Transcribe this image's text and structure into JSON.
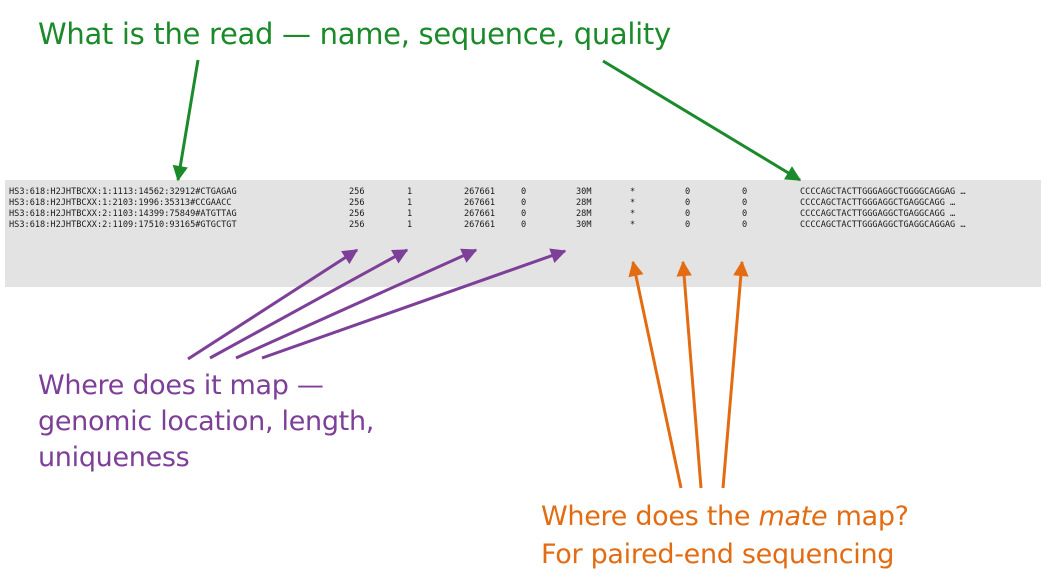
{
  "labels": {
    "read": "What is the read — name, sequence, quality",
    "map_lines": [
      "Where does it map —",
      "genomic location, length,",
      "uniqueness"
    ],
    "mate_prefix": "Where does the ",
    "mate_emph": "mate",
    "mate_suffix": " map?",
    "mate_line2": "For paired-end sequencing"
  },
  "colors": {
    "green": "#1a8a2a",
    "purple": "#7d3f98",
    "orange": "#e36c12",
    "panel": "#e3e3e3"
  },
  "sam_records": [
    [
      "HS3:618:H2JHTBCXX:1:1113:14562:32912#CTGAGAG",
      "256",
      "1",
      "267661",
      "0",
      "30M",
      "*",
      "0",
      "0",
      "CCCCAGCTACTTGGGAGGCTGGGGCAGGAG …"
    ],
    [
      "HS3:618:H2JHTBCXX:1:2103:1996:35313#CCGAACC",
      "256",
      "1",
      "267661",
      "0",
      "28M",
      "*",
      "0",
      "0",
      "CCCCAGCTACTTGGGAGGCTGAGGCAGG …"
    ],
    [
      "HS3:618:H2JHTBCXX:2:1103:14399:75849#ATGTTAG",
      "256",
      "1",
      "267661",
      "0",
      "28M",
      "*",
      "0",
      "0",
      "CCCCAGCTACTTGGGAGGCTGAGGCAGG …"
    ],
    [
      "HS3:618:H2JHTBCXX:2:1109:17510:93165#GTGCTGT",
      "256",
      "1",
      "267661",
      "0",
      "30M",
      "*",
      "0",
      "0",
      "CCCCAGCTACTTGGGAGGCTGAGGCAGGAG …"
    ]
  ]
}
